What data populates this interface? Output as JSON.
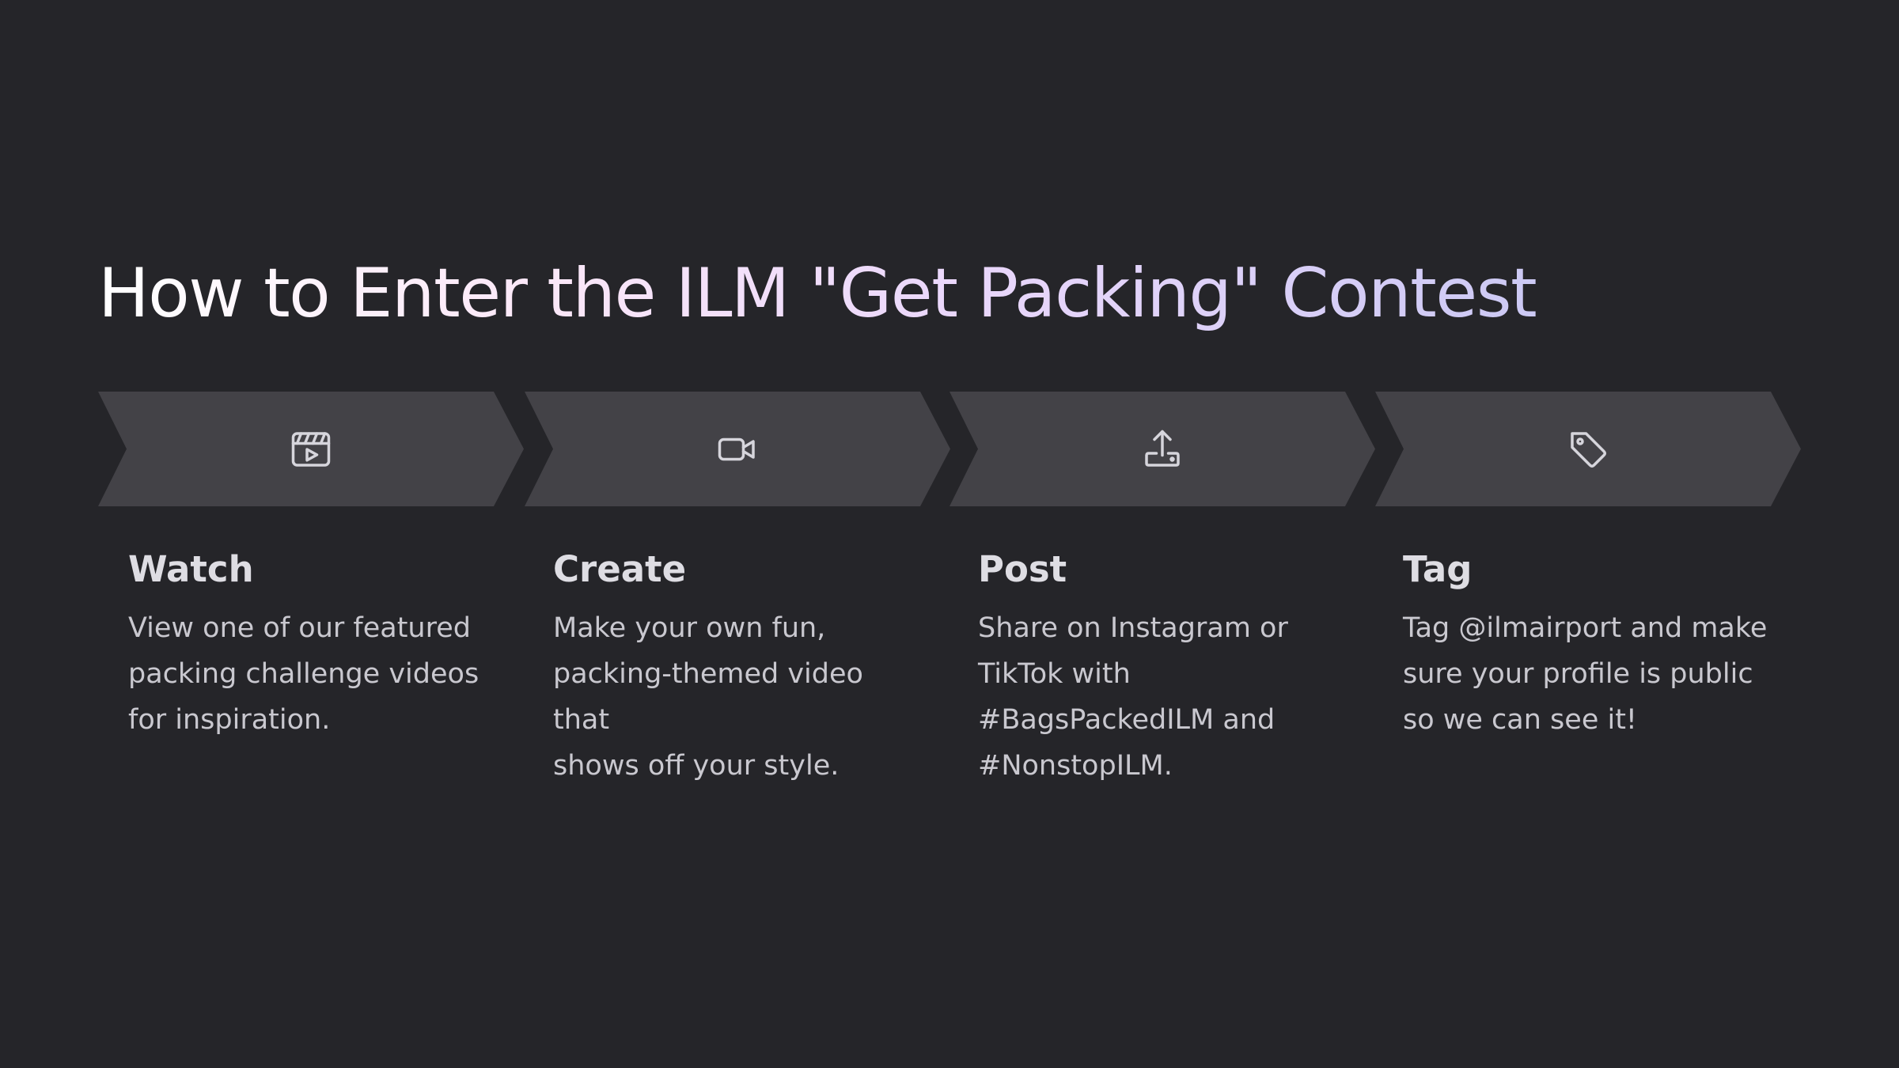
{
  "title": "How to Enter the ILM \"Get Packing\" Contest",
  "steps": [
    {
      "icon": "clapperboard-play-icon",
      "title": "Watch",
      "text": "View one of our featured\npacking challenge videos\nfor inspiration."
    },
    {
      "icon": "video-camera-icon",
      "title": "Create",
      "text": "Make your own fun,\npacking-themed video that\nshows off your style."
    },
    {
      "icon": "upload-icon",
      "title": "Post",
      "text": "Share on Instagram or\nTikTok with\n#BagsPackedILM and\n#NonstopILM."
    },
    {
      "icon": "tag-icon",
      "title": "Tag",
      "text": "Tag @ilmairport and make\nsure your profile is public\nso we can see it!"
    }
  ],
  "colors": {
    "background": "#252529",
    "chevron": "#434247",
    "icon_stroke": "#d6d5dc",
    "heading": "#dedde3",
    "body_text": "#c9c8cf",
    "title_gradient": [
      "#ffffff",
      "#fbe8f8",
      "#ead7fb",
      "#ccc9f4"
    ]
  }
}
